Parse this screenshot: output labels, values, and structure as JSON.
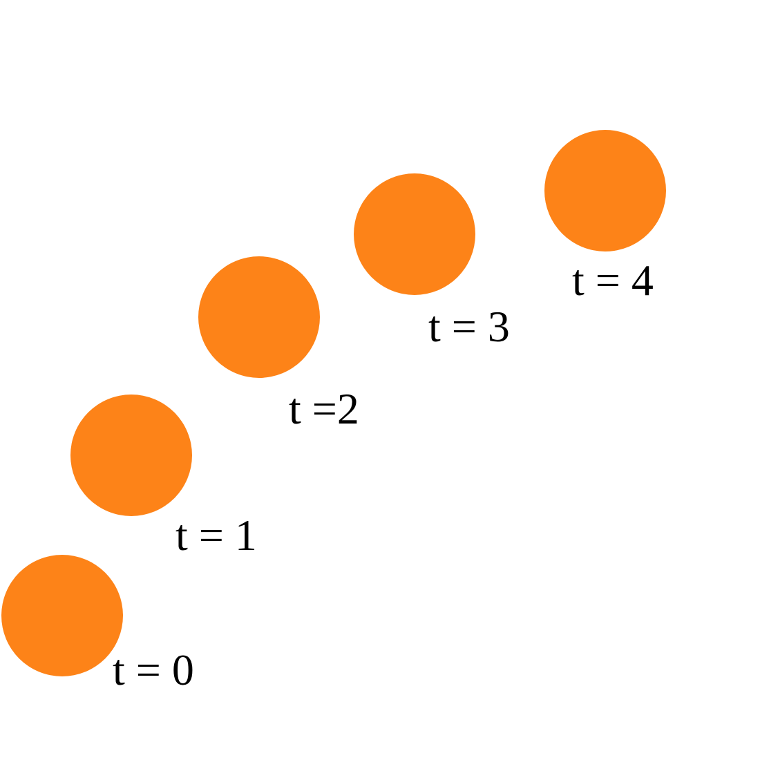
{
  "colors": {
    "ball": "#fd8318",
    "label": "#000000",
    "background": "#ffffff"
  },
  "frames": [
    {
      "label": "t = 0"
    },
    {
      "label": "t = 1"
    },
    {
      "label": "t =2"
    },
    {
      "label": "t = 3"
    },
    {
      "label": "t = 4"
    }
  ]
}
